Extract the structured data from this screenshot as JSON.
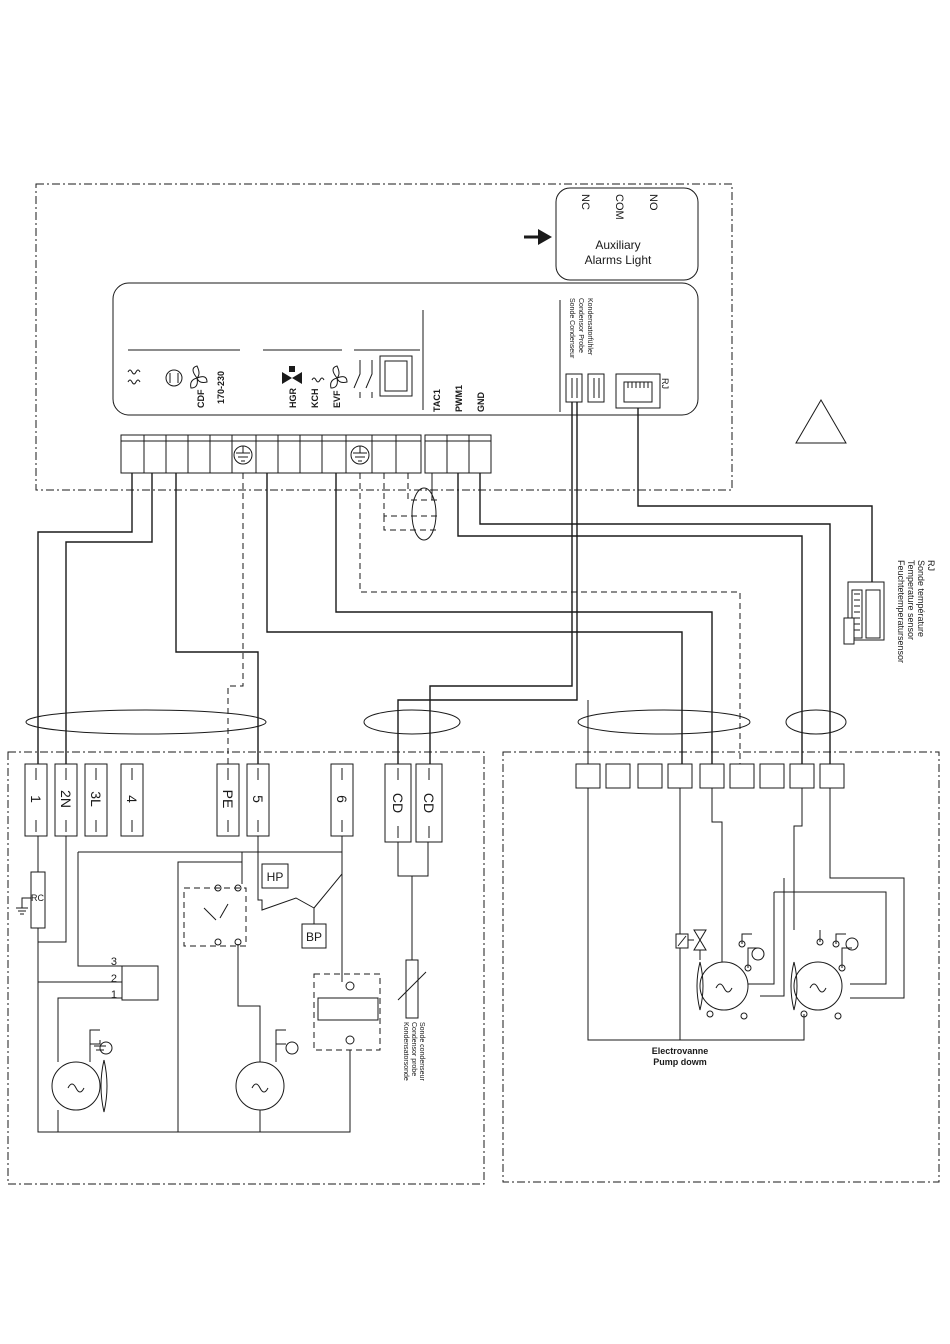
{
  "aux_box": {
    "label_line1": "Auxiliary",
    "label_line2": "Alarms Light",
    "contacts": [
      "NC",
      "COM",
      "NO"
    ]
  },
  "controller": {
    "left_labels": [
      "CDF",
      "170-230"
    ],
    "mid_labels": [
      "HGR",
      "KCH",
      "EVF"
    ],
    "right_labels": [
      "TAC1",
      "PWM1",
      "GND"
    ],
    "rj_label": "RJ",
    "probe_labels": [
      "Sonde Condenseur",
      "Condensor Probe",
      "Kondensatorfühler"
    ]
  },
  "rj_sensor": {
    "lines": [
      "RJ",
      "Sonde température",
      "Temperature sensor",
      "Feuchtetemperatursensor"
    ]
  },
  "left_terminals": [
    "1",
    "2N",
    "3L",
    "4",
    "PE",
    "5",
    "6",
    "CD",
    "CD"
  ],
  "left_components": {
    "rc": "RC",
    "hp": "HP",
    "bp": "BP",
    "pins": [
      "3",
      "2",
      "1"
    ],
    "condenser_probe": [
      "Sonde condenseur",
      "Condensor probe",
      "Kondensatorsonde"
    ]
  },
  "right_components": {
    "valve_line1": "Electrovanne",
    "valve_line2": "Pump dowm"
  },
  "colors": {
    "line": "#1a1a1a",
    "background": "#ffffff"
  }
}
